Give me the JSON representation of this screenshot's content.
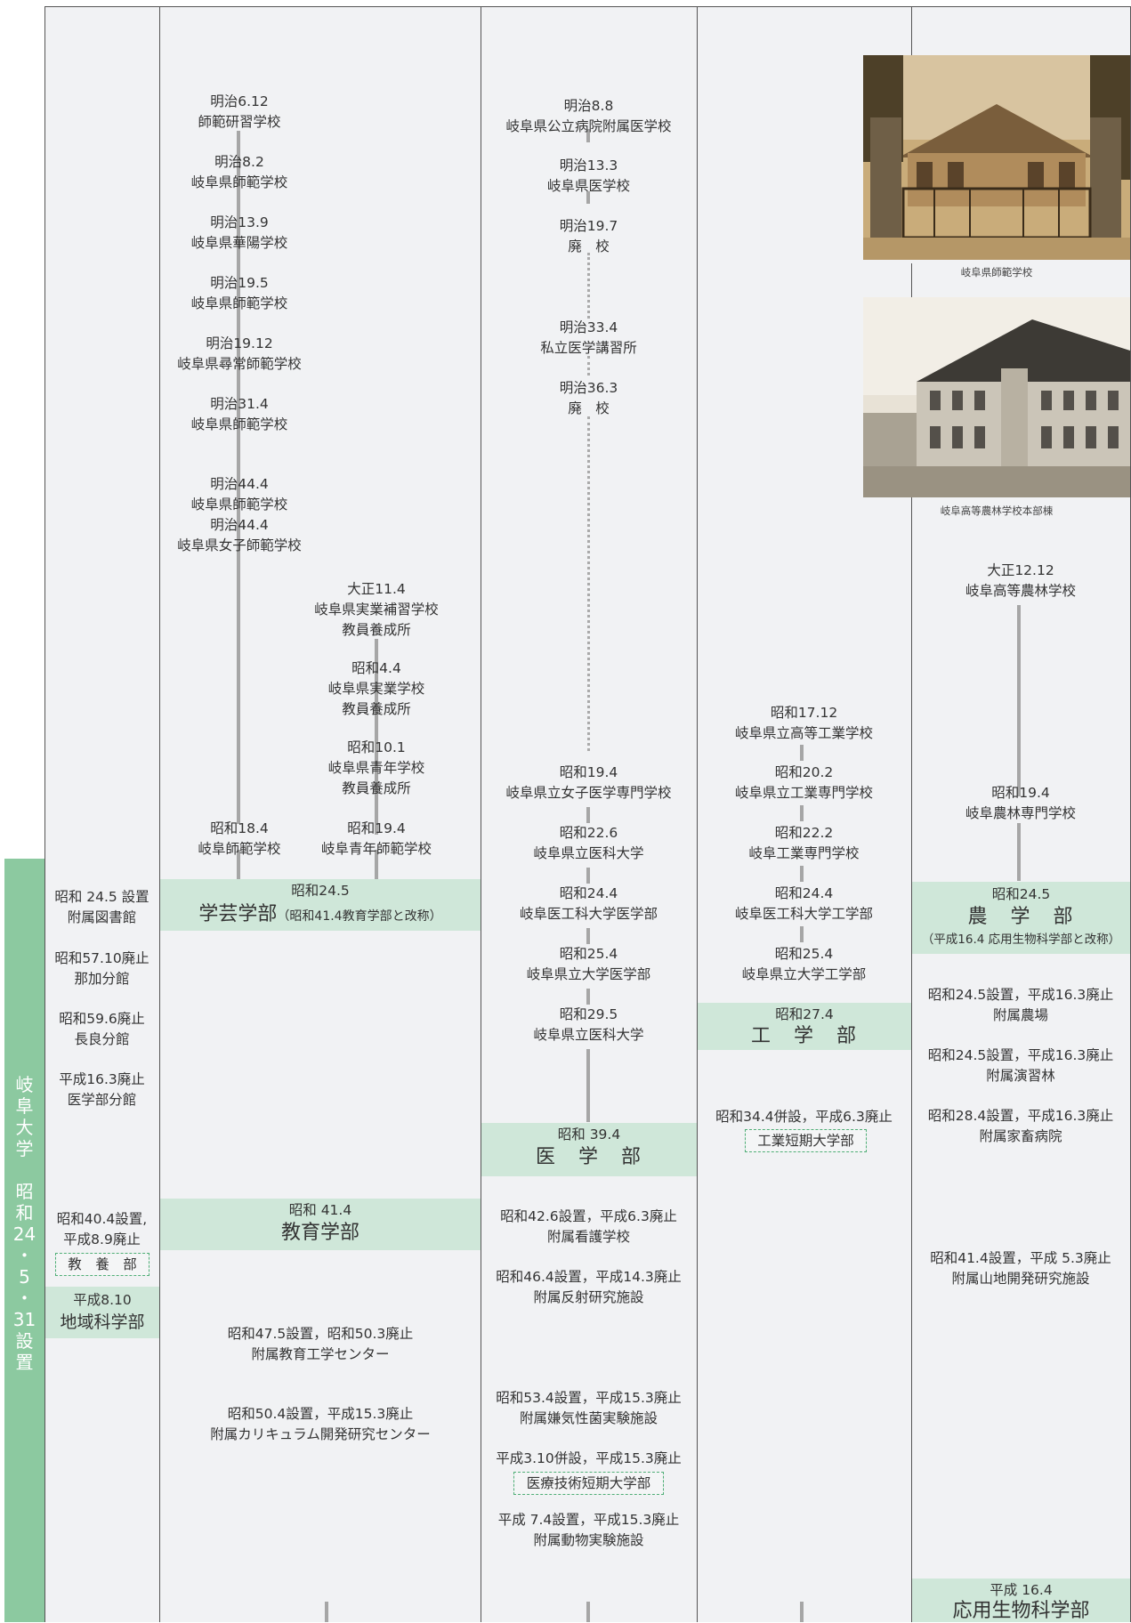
{
  "side": {
    "chars": [
      "岐",
      "阜",
      "大",
      "学",
      "",
      "昭",
      "和",
      "24",
      "・",
      "5",
      "・",
      "31",
      "設",
      "置"
    ]
  },
  "col_library": {
    "items": [
      {
        "l1": "昭和 24.5 設置",
        "l2": "附属図書館"
      },
      {
        "l1": "昭和57.10廃止",
        "l2": "那加分館"
      },
      {
        "l1": "昭和59.6廃止",
        "l2": "長良分館"
      },
      {
        "l1": "平成16.3廃止",
        "l2": "医学部分館"
      },
      {
        "l1": "昭和40.4設置,",
        "l2": "平成8.9廃止"
      }
    ],
    "kyoyo": "教　養　部",
    "chiiki": {
      "l1": "平成8.10",
      "l2": "地域科学部"
    }
  },
  "col_edu": {
    "chain": [
      {
        "l1": "明治6.12",
        "l2": "師範研習学校"
      },
      {
        "l1": "明治8.2",
        "l2": "岐阜県師範学校"
      },
      {
        "l1": "明治13.9",
        "l2": "岐阜県華陽学校"
      },
      {
        "l1": "明治19.5",
        "l2": "岐阜県師範学校"
      },
      {
        "l1": "明治19.12",
        "l2": "岐阜県尋常師範学校"
      },
      {
        "l1": "明治31.4",
        "l2": "岐阜県師範学校"
      },
      {
        "l1": "明治44.4",
        "l2": "岐阜県師範学校",
        "l3": "明治44.4",
        "l4": "岐阜県女子師範学校"
      },
      {
        "l1": "昭和18.4",
        "l2": "岐阜師範学校"
      }
    ],
    "chain2": [
      {
        "l1": "大正11.4",
        "l2": "岐阜県実業補習学校",
        "l3": "教員養成所"
      },
      {
        "l1": "昭和4.4",
        "l2": "岐阜県実業学校",
        "l3": "教員養成所"
      },
      {
        "l1": "昭和10.1",
        "l2": "岐阜県青年学校",
        "l3": "教員養成所"
      },
      {
        "l1": "昭和19.4",
        "l2": "岐阜青年師範学校"
      }
    ],
    "gakugei": {
      "date": "昭和24.5",
      "name": "学芸学部",
      "note": "（昭和41.4教育学部と改称）"
    },
    "kyoiku": {
      "date": "昭和 41.4",
      "name": "教育学部"
    },
    "after": [
      {
        "l1": "昭和47.5設置，昭和50.3廃止",
        "l2": "附属教育工学センター"
      },
      {
        "l1": "昭和50.4設置，平成15.3廃止",
        "l2": "附属カリキュラム開発研究センター"
      }
    ]
  },
  "col_med": {
    "chain": [
      {
        "l1": "明治8.8",
        "l2": "岐阜県公立病院附属医学校"
      },
      {
        "l1": "明治13.3",
        "l2": "岐阜県医学校"
      },
      {
        "l1": "明治19.7",
        "l2": "廃　校"
      },
      {
        "l1": "明治33.4",
        "l2": "私立医学講習所"
      },
      {
        "l1": "明治36.3",
        "l2": "廃　校"
      },
      {
        "l1": "昭和19.4",
        "l2": "岐阜県立女子医学専門学校"
      },
      {
        "l1": "昭和22.6",
        "l2": "岐阜県立医科大学"
      },
      {
        "l1": "昭和24.4",
        "l2": "岐阜医工科大学医学部"
      },
      {
        "l1": "昭和25.4",
        "l2": "岐阜県立大学医学部"
      },
      {
        "l1": "昭和29.5",
        "l2": "岐阜県立医科大学"
      }
    ],
    "igaku": {
      "date": "昭和 39.4",
      "name": "医　学　部"
    },
    "after": [
      {
        "l1": "昭和42.6設置，平成6.3廃止",
        "l2": "附属看護学校"
      },
      {
        "l1": "昭和46.4設置，平成14.3廃止",
        "l2": "附属反射研究施設"
      },
      {
        "l1": "昭和53.4設置，平成15.3廃止",
        "l2": "附属嫌気性菌実験施設"
      },
      {
        "l1": "平成3.10併設，平成15.3廃止",
        "l2": ""
      },
      {
        "l1": "平成 7.4設置，平成15.3廃止",
        "l2": "附属動物実験施設"
      }
    ],
    "tanki": "医療技術短期大学部"
  },
  "col_eng": {
    "chain": [
      {
        "l1": "昭和17.12",
        "l2": "岐阜県立高等工業学校"
      },
      {
        "l1": "昭和20.2",
        "l2": "岐阜県立工業専門学校"
      },
      {
        "l1": "昭和22.2",
        "l2": "岐阜工業専門学校"
      },
      {
        "l1": "昭和24.4",
        "l2": "岐阜医工科大学工学部"
      },
      {
        "l1": "昭和25.4",
        "l2": "岐阜県立大学工学部"
      }
    ],
    "kogaku": {
      "date": "昭和27.4",
      "name": "工　学　部"
    },
    "after": {
      "l1": "昭和34.4併設，平成6.3廃止"
    },
    "tanki": "工業短期大学部"
  },
  "col_agr": {
    "photo1_caption": "岐阜県師範学校",
    "photo2_caption": "岐阜高等農林学校本部棟",
    "chain": [
      {
        "l1": "大正12.12",
        "l2": "岐阜高等農林学校"
      },
      {
        "l1": "昭和19.4",
        "l2": "岐阜農林専門学校"
      }
    ],
    "nogaku": {
      "date": "昭和24.5",
      "name": "農　学　部",
      "note": "（平成16.4 応用生物科学部と改称）"
    },
    "after": [
      {
        "l1": "昭和24.5設置，平成16.3廃止",
        "l2": "附属農場"
      },
      {
        "l1": "昭和24.5設置，平成16.3廃止",
        "l2": "附属演習林"
      },
      {
        "l1": "昭和28.4設置，平成16.3廃止",
        "l2": "附属家畜病院"
      },
      {
        "l1": "昭和41.4設置，平成 5.3廃止",
        "l2": "附属山地開発研究施設"
      }
    ],
    "oyo": {
      "date": "平成 16.4",
      "name": "応用生物科学部"
    }
  }
}
